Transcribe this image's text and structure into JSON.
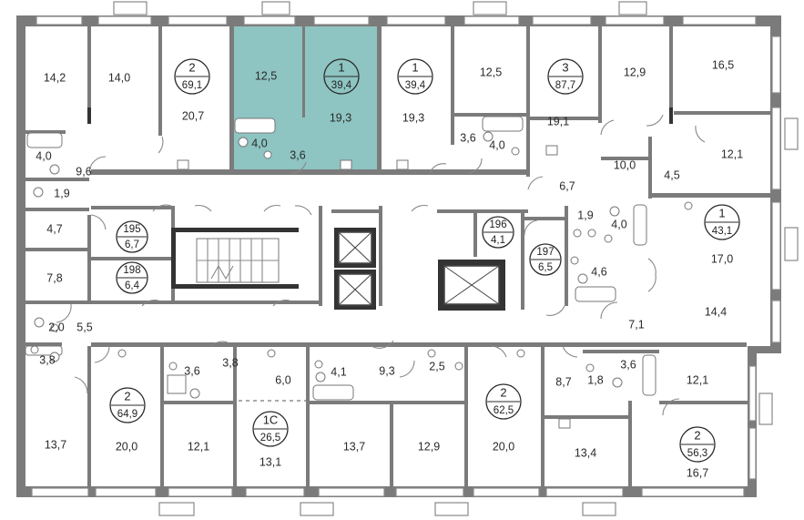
{
  "highlight_color": "#8ec4c1",
  "rooms": {
    "r_a1": "14,2",
    "r_a2": "14,0",
    "r_a3": "20,7",
    "r_a4": "12,5",
    "r_a5": "19,3",
    "r_a6": "4,0",
    "r_a7": "3,6",
    "r_a8": "19,3",
    "r_a9": "12,5",
    "r_a10": "3,6",
    "r_a11": "4,0",
    "r_a12": "19,1",
    "r_a13": "12,9",
    "r_a14": "16,5",
    "r_a15": "12,1",
    "r_a16": "10,0",
    "r_a17": "4,5",
    "r_a18": "4,0",
    "r_a19": "9,6",
    "r_a20": "1,9",
    "r_a21": "6,7",
    "r_a22": "4,7",
    "r_a23": "1,9",
    "r_a24": "4,0",
    "r_a25": "17,0",
    "r_a26": "7,8",
    "r_a27": "4,6",
    "r_a28": "14,4",
    "r_a29": "2,0",
    "r_a30": "5,5",
    "r_a31": "7,1",
    "r_a32": "3,8",
    "r_a33": "3,6",
    "r_a34": "3,8",
    "r_a35": "6,0",
    "r_a36": "4,1",
    "r_a37": "9,3",
    "r_a38": "2,5",
    "r_a39": "8,7",
    "r_a40": "1,8",
    "r_a41": "3,6",
    "r_a42": "12,1",
    "r_a43": "13,7",
    "r_a44": "20,0",
    "r_a45": "12,1",
    "r_a46": "13,1",
    "r_a47": "13,7",
    "r_a48": "12,9",
    "r_a49": "20,0",
    "r_a50": "13,4",
    "r_a51": "16,7"
  },
  "apartments": [
    {
      "rooms": "2",
      "area": "69,1"
    },
    {
      "rooms": "1",
      "area": "39,4"
    },
    {
      "rooms": "1",
      "area": "39,4"
    },
    {
      "rooms": "3",
      "area": "87,7"
    },
    {
      "rooms": "1",
      "area": "43,1"
    },
    {
      "rooms": "2",
      "area": "64,9"
    },
    {
      "rooms": "1С",
      "area": "26,5"
    },
    {
      "rooms": "2",
      "area": "62,5"
    },
    {
      "rooms": "2",
      "area": "56,3"
    }
  ],
  "storage": [
    {
      "num": "195",
      "area": "6,7"
    },
    {
      "num": "196",
      "area": "4,1"
    },
    {
      "num": "197",
      "area": "6,5"
    },
    {
      "num": "198",
      "area": "6,4"
    }
  ]
}
